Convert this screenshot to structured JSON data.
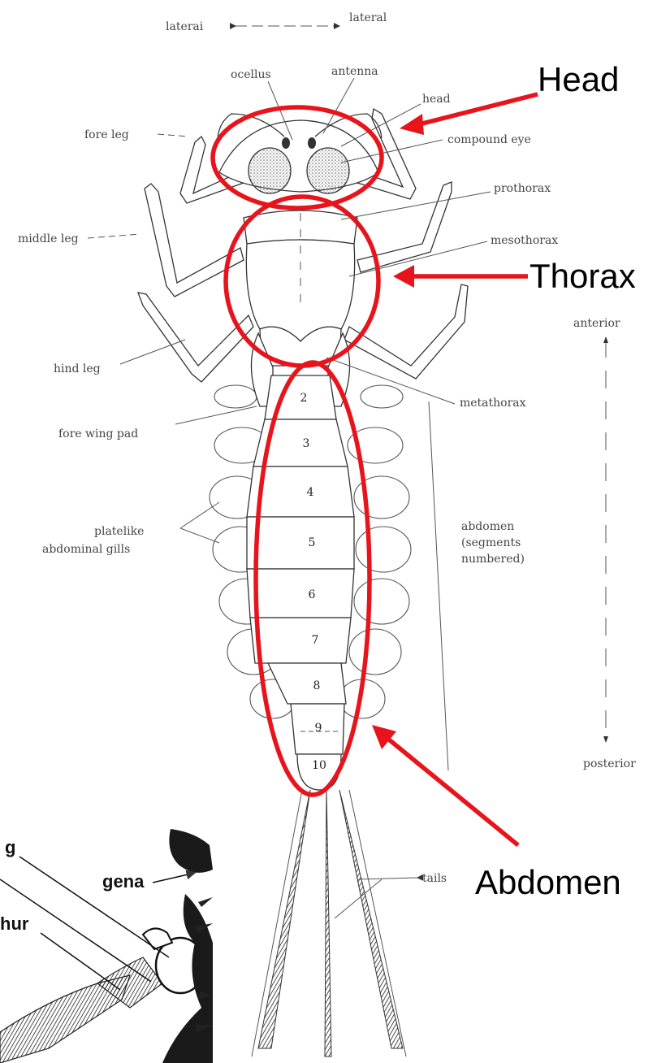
{
  "orientation": {
    "lateral_left": "laterai",
    "lateral_right": "lateral",
    "anterior": "anterior",
    "posterior": "posterior"
  },
  "labels": {
    "ocellus": "ocellus",
    "antenna": "antenna",
    "head": "head",
    "compound_eye": "compound eye",
    "fore_leg": "fore leg",
    "prothorax": "prothorax",
    "middle_leg": "middle leg",
    "mesothorax": "mesothorax",
    "hind_leg": "hind leg",
    "metathorax": "metathorax",
    "fore_wing_pad": "fore wing pad",
    "platelike_line1": "platelike",
    "platelike_line2": "abdominal gills",
    "abdomen_line1": "abdomen",
    "abdomen_line2": "(segments",
    "abdomen_line3": "numbered)",
    "tails": "tails"
  },
  "segments": [
    "2",
    "3",
    "4",
    "5",
    "6",
    "7",
    "8",
    "9",
    "10"
  ],
  "callouts": {
    "head": "Head",
    "thorax": "Thorax",
    "abdomen": "Abdomen"
  },
  "inset": {
    "label_g": "g",
    "label_gena": "gena",
    "label_hur": "hur"
  },
  "colors": {
    "highlight": "#e8141c",
    "ink": "#333333"
  }
}
